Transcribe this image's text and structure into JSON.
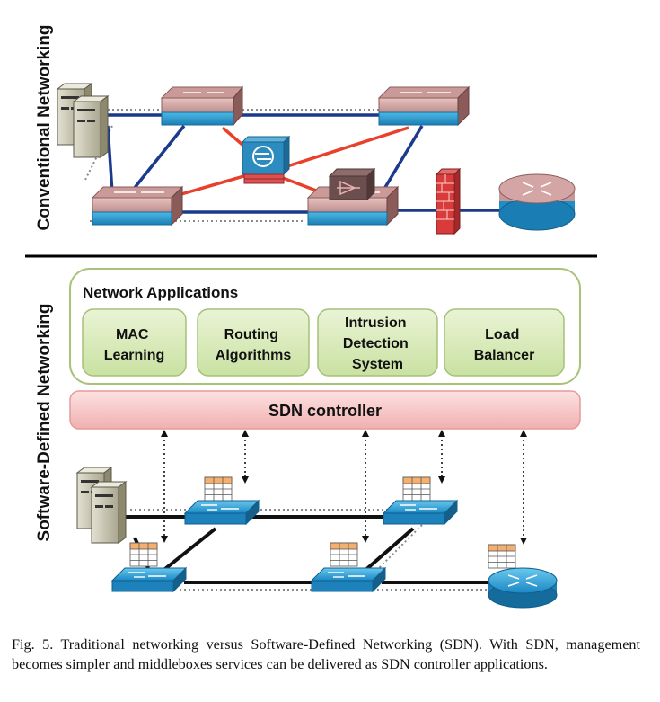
{
  "sections": {
    "conventional": {
      "label": "Conventional Networking"
    },
    "sdn": {
      "label": "Software-Defined Networking"
    }
  },
  "applications": {
    "title": "Network Applications",
    "apps": [
      {
        "lines": [
          "MAC",
          "Learning"
        ]
      },
      {
        "lines": [
          "Routing",
          "Algorithms"
        ]
      },
      {
        "lines": [
          "Intrusion",
          "Detection",
          "System"
        ]
      },
      {
        "lines": [
          "Load",
          "Balancer"
        ]
      }
    ]
  },
  "controller": {
    "label": "SDN controller"
  },
  "caption": {
    "text": "Fig. 5.  Traditional networking versus Software-Defined Networking (SDN). With SDN, management becomes simpler and middleboxes services can be delivered as SDN controller applications."
  },
  "colors": {
    "link_blue": "#1c3a8c",
    "link_red": "#e8402a",
    "switch_top": "#d4a7a5",
    "switch_bottom": "#2f9fd1",
    "sdn_switch": "#2aa4d8",
    "app_fill": "#d8ebb8",
    "app_border": "#a7c07a",
    "controller_fill": "#f7c6c6",
    "controller_border": "#e49b9b"
  },
  "icons": [
    "server-icon",
    "switch-icon",
    "firewall-icon",
    "router-icon",
    "flow-table-icon",
    "middlebox-icon",
    "load-balancer-icon"
  ]
}
